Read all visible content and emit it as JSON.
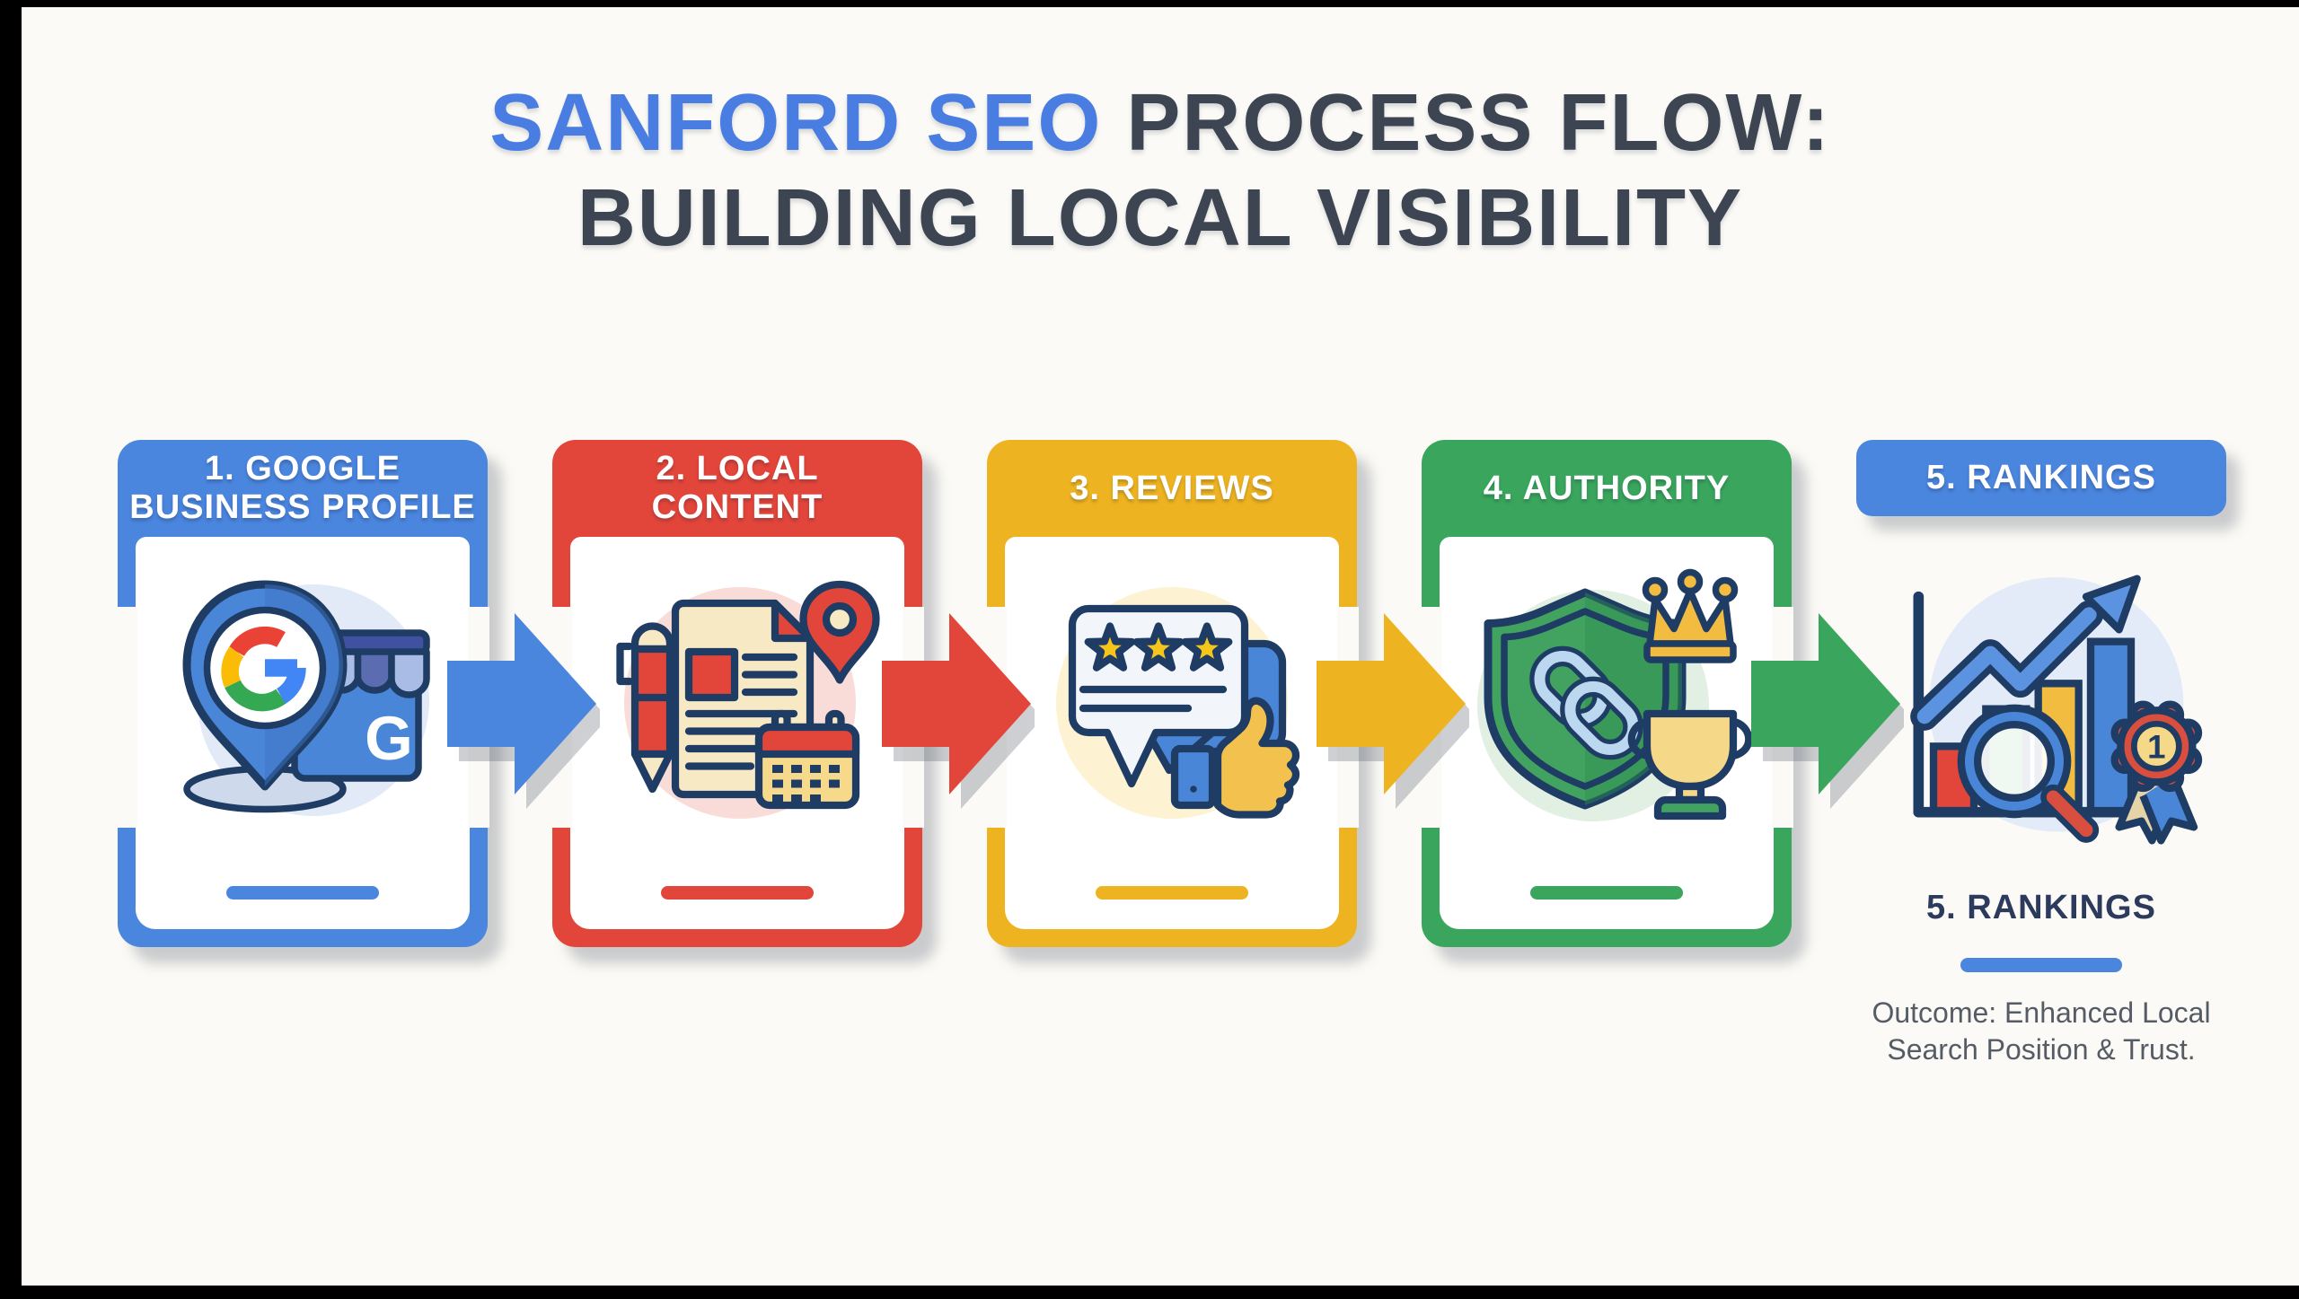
{
  "page": {
    "background": "#fbfaf6",
    "letterbox_color": "#000000"
  },
  "title": {
    "line1_highlight": "SANFORD SEO",
    "line1_rest": " PROCESS FLOW:",
    "line2": "BUILDING LOCAL VISIBILITY",
    "highlight_color": "#4a7de2",
    "text_color": "#3d4452"
  },
  "steps": [
    {
      "number": 1,
      "label": "1. GOOGLE\nBUSINESS PROFILE",
      "color": "#4a85de",
      "icon": "google-map-pin-storefront"
    },
    {
      "number": 2,
      "label": "2. LOCAL\nCONTENT",
      "color": "#e2453a",
      "icon": "document-pen-calendar-map-pin"
    },
    {
      "number": 3,
      "label": "3. REVIEWS",
      "color": "#eeb320",
      "icon": "review-bubble-stars-thumbs-up"
    },
    {
      "number": 4,
      "label": "4. AUTHORITY",
      "color": "#3aa55c",
      "icon": "shield-chain-link-crown-trophy"
    },
    {
      "number": 5,
      "label": "5. RANKINGS",
      "color": "#4a85de",
      "icon": "growth-chart-magnifier-first-place-ribbon"
    }
  ],
  "arrows": [
    {
      "from": 1,
      "to": 2,
      "color": "#4a85de"
    },
    {
      "from": 2,
      "to": 3,
      "color": "#e2453a"
    },
    {
      "from": 3,
      "to": 4,
      "color": "#eeb320"
    },
    {
      "from": 4,
      "to": 5,
      "color": "#3aa55c"
    }
  ],
  "result": {
    "label": "5. RANKINGS",
    "underline_color": "#4a85de",
    "outcome": "Outcome: Enhanced Local\nSearch Position & Trust."
  }
}
